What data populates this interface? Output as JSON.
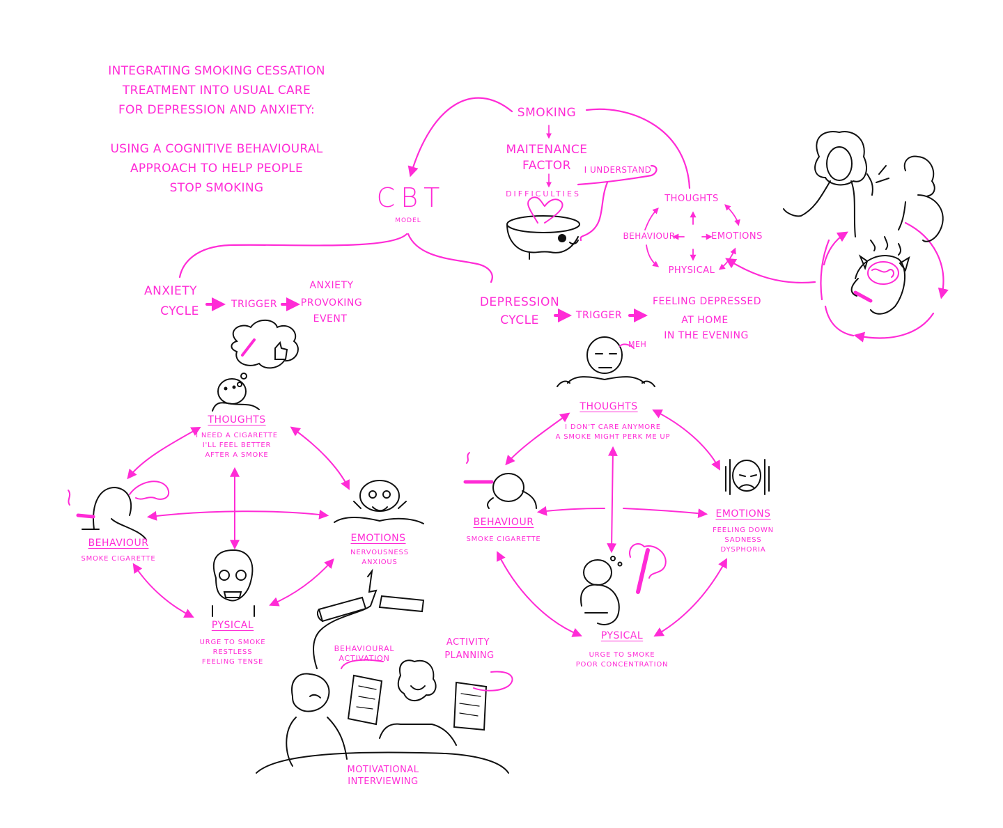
{
  "colors": {
    "accent": "#ff2bd6",
    "ink": "#111111",
    "background": "#ffffff"
  },
  "title": {
    "line1": "Integrating smoking cessation",
    "line2": "treatment into usual care",
    "line3": "for depression and anxiety:",
    "line4": "Using a cognitive behavioural",
    "line5": "approach to help people",
    "line6": "stop smoking"
  },
  "top": {
    "smoking": "Smoking",
    "maintenance_1": "Maitenance",
    "maintenance_2": "factor",
    "understand": "I understand",
    "difficulties": "Difficulties",
    "cbt": "CBT",
    "model": "model"
  },
  "mini_cycle": {
    "thoughts": "Thoughts",
    "behaviour": "Behaviour",
    "emotions": "Emotions",
    "physical": "Physical"
  },
  "anxiety": {
    "cycle_1": "Anxiety",
    "cycle_2": "cycle",
    "trigger": "Trigger",
    "event_1": "Anxiety",
    "event_2": "provoking",
    "event_3": "event",
    "thoughts": {
      "title": "Thoughts",
      "lines": [
        "I need a cigarette",
        "I'll feel better",
        "after a smoke"
      ]
    },
    "behaviour": {
      "title": "Behaviour",
      "lines": [
        "Smoke cigarette"
      ]
    },
    "emotions": {
      "title": "Emotions",
      "lines": [
        "Nervousness",
        "anxious"
      ]
    },
    "physical": {
      "title": "Pysical",
      "lines": [
        "Urge to smoke",
        "restless",
        "feeling tense"
      ]
    }
  },
  "depression": {
    "cycle_1": "Depression",
    "cycle_2": "cycle",
    "trigger": "Trigger",
    "event_1": "Feeling depressed",
    "event_2": "at home",
    "event_3": "in the evening",
    "meh": "Meh",
    "thoughts": {
      "title": "Thoughts",
      "lines": [
        "I don't care anymore",
        "a smoke might perk me up"
      ]
    },
    "behaviour": {
      "title": "Behaviour",
      "lines": [
        "Smoke cigarette"
      ]
    },
    "emotions": {
      "title": "Emotions",
      "lines": [
        "Feeling down",
        "sadness",
        "dysphoria"
      ]
    },
    "physical": {
      "title": "Pysical",
      "lines": [
        "Urge to smoke",
        "poor concentration"
      ]
    }
  },
  "bottom": {
    "behavioural_1": "Behavioural",
    "behavioural_2": "activation",
    "activity_1": "Activity",
    "activity_2": "planning",
    "motivational_1": "Motivational",
    "motivational_2": "interviewing"
  }
}
